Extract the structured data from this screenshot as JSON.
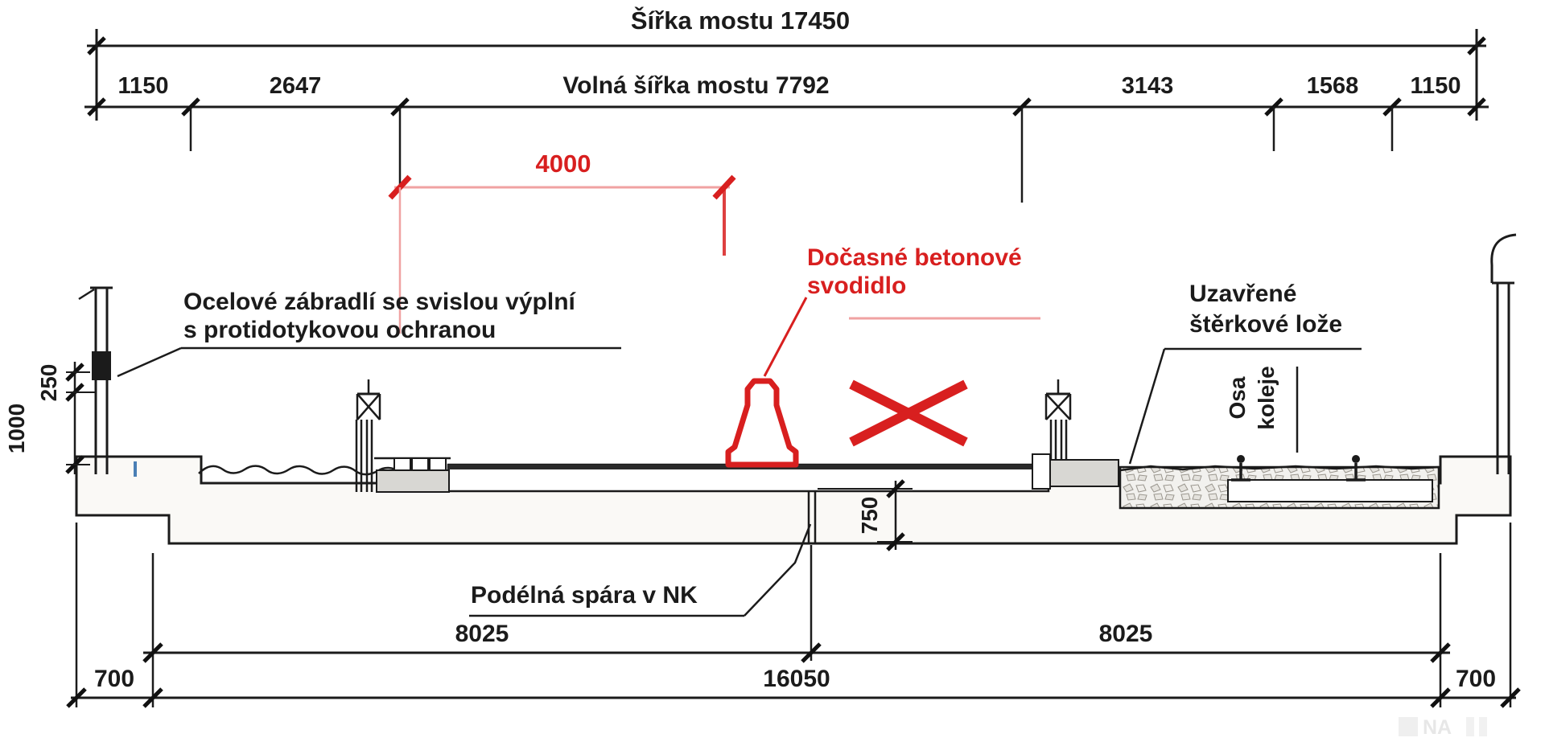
{
  "dims": {
    "total_width": "Šířka mostu 17450",
    "seg_1150_l": "1150",
    "seg_2647": "2647",
    "clear_width": "Volná šířka mostu 7792",
    "seg_3143": "3143",
    "seg_1568": "1568",
    "seg_1150_r": "1150",
    "temp_4000": "4000",
    "height_250": "250",
    "height_1000": "1000",
    "depth_750": "750",
    "bottom_8025_l": "8025",
    "bottom_8025_r": "8025",
    "bottom_16050": "16050",
    "bottom_700_l": "700",
    "bottom_700_r": "700"
  },
  "labels": {
    "railing_l1": "Ocelové zábradlí se svislou výplní",
    "railing_l2": "s protidotykovou ochranou",
    "barrier_l1": "Dočasné betonové",
    "barrier_l2": "svodidlo",
    "ballast_l1": "Uzavřené",
    "ballast_l2": "štěrkové lože",
    "axis_l1": "Osa",
    "axis_l2": "koleje",
    "joint": "Podélná spára v NK",
    "watermark": "NA"
  },
  "colors": {
    "red": "#d81f1f",
    "red_light": "#f0a2a2",
    "line": "#1b1b1b",
    "gray_fill": "#d8d7d3",
    "blue_mark": "#4a7fb5"
  }
}
